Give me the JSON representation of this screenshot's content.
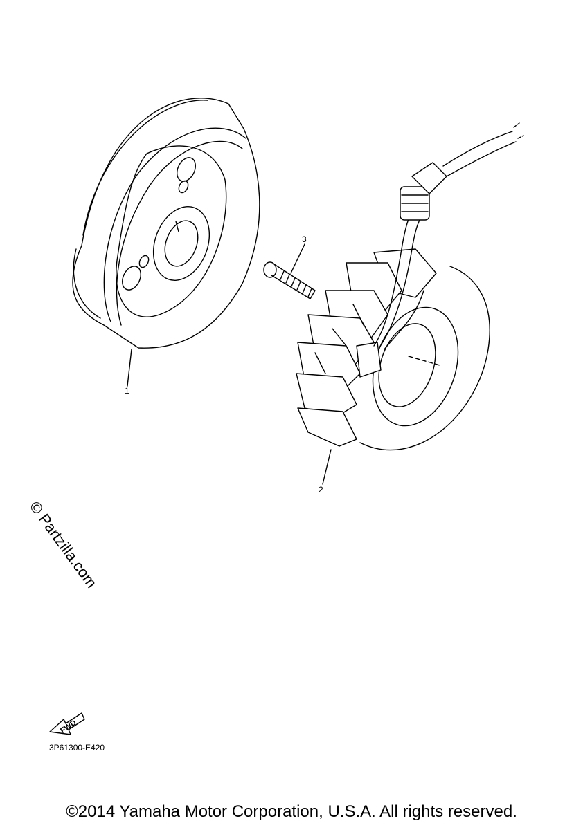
{
  "callouts": {
    "p1": "1",
    "p2": "2",
    "p3": "3"
  },
  "fwd_label": "FWD",
  "watermark": "© Partzilla.com",
  "diagram_code": "3P61300-E420",
  "copyright": "©2014 Yamaha Motor Corporation, U.S.A. All rights reserved."
}
